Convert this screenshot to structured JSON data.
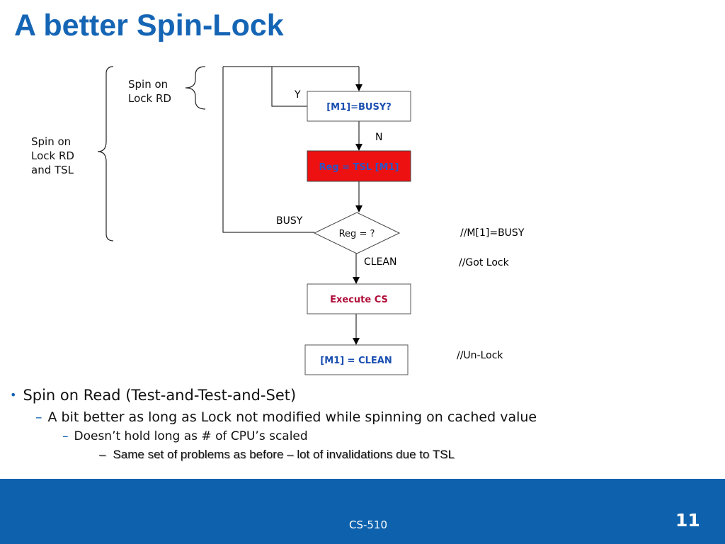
{
  "title": "A better Spin-Lock",
  "diagram": {
    "brace_outer_label": [
      "Spin on",
      "Lock RD",
      "and TSL"
    ],
    "brace_inner_label": [
      "Spin on",
      "Lock RD"
    ],
    "nodes": {
      "check_busy": "[M1]=BUSY?",
      "tsl": "Reg = TSL [M1]",
      "decision": "Reg = ?",
      "execute": "Execute CS",
      "unlock": "[M1] = CLEAN"
    },
    "edges": {
      "yes": "Y",
      "no": "N",
      "busy": "BUSY",
      "clean": "CLEAN"
    },
    "comments": {
      "m1_busy": "//M[1]=BUSY",
      "got_lock": "//Got Lock",
      "un_lock": "//Un-Lock"
    },
    "colors": {
      "tsl_fill": "#ee1111",
      "tsl_text": "#2a55c8",
      "box_text": "#1a4fb0",
      "execute_text": "#b0103a"
    }
  },
  "bullets": {
    "level1": "Spin on Read (Test-and-Test-and-Set)",
    "level2": "A bit better as long as Lock not modified while spinning on cached value",
    "level3": "Doesn’t hold long as # of CPU’s scaled",
    "level4": "Same set of problems as before – lot of invalidations due to TSL",
    "bullet_glyph": "•",
    "dash_glyph": "–"
  },
  "footer": {
    "course": "CS-510",
    "page_number": "11"
  }
}
